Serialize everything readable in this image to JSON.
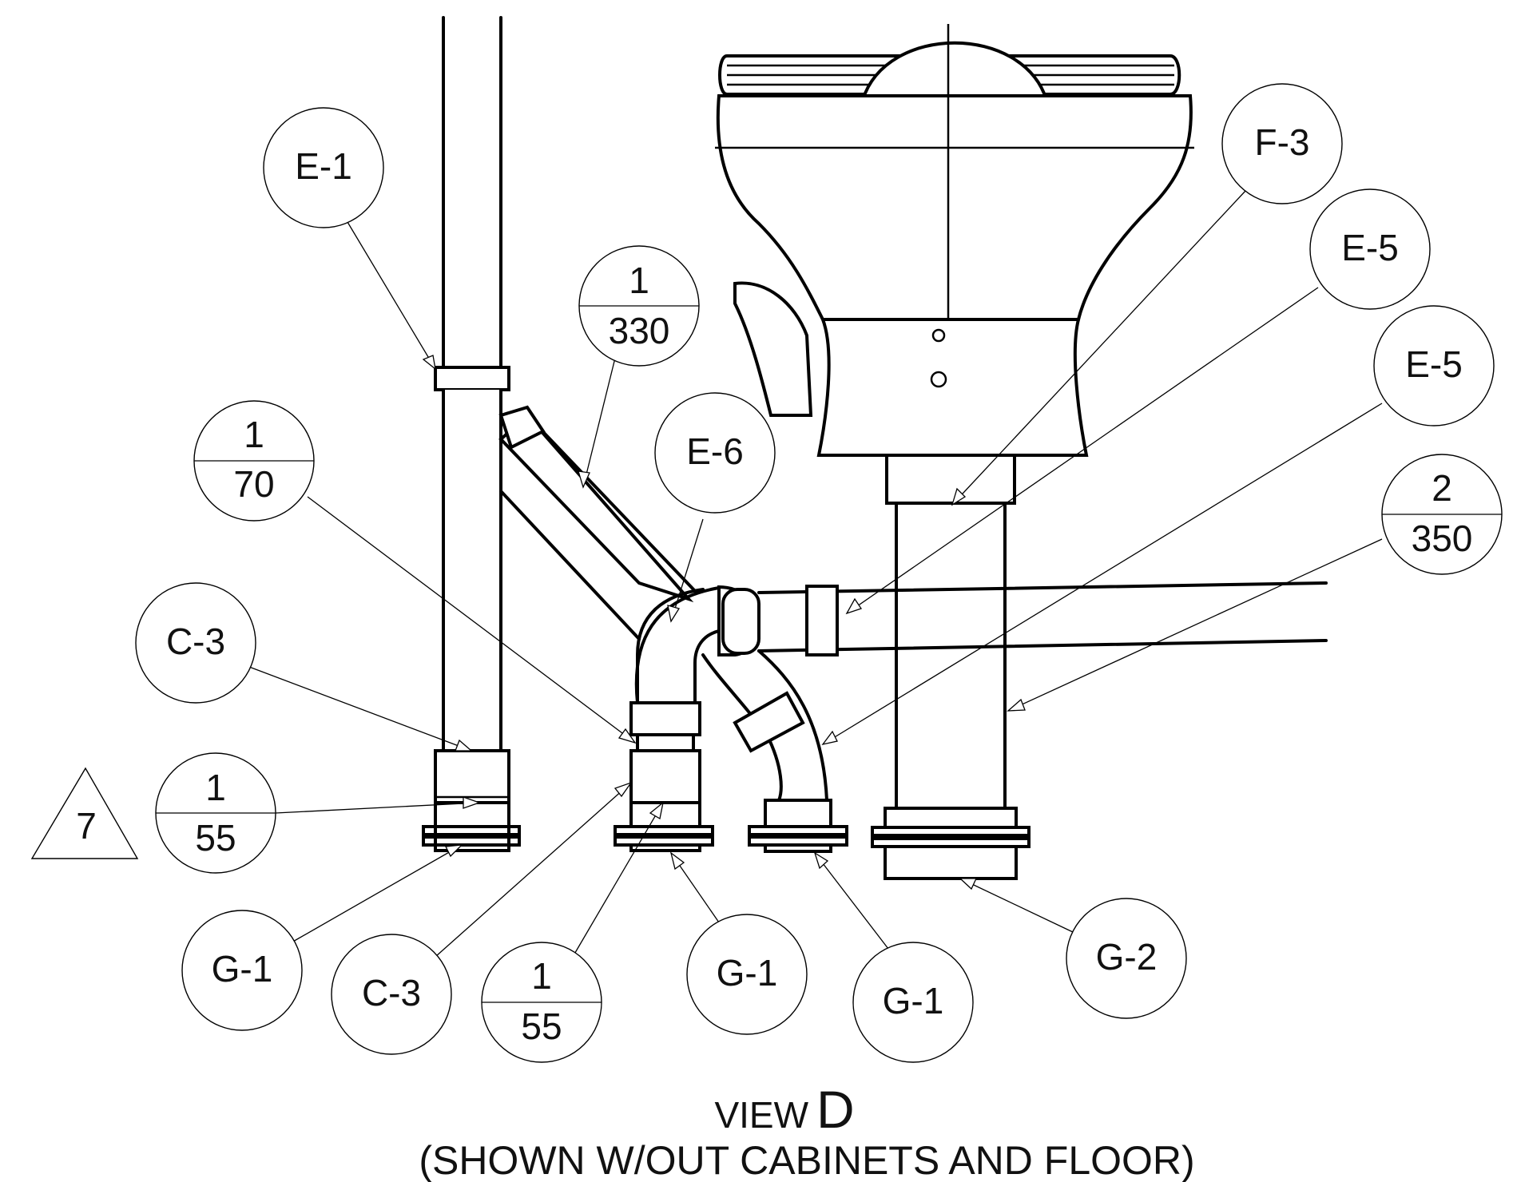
{
  "title": {
    "prefix": "VIEW",
    "letter": "D",
    "subtitle": "(SHOWN W/OUT CABINETS AND FLOOR)"
  },
  "callouts": [
    {
      "id": "e1",
      "text": "E-1"
    },
    {
      "id": "f3",
      "text": "F-3"
    },
    {
      "id": "e5a",
      "text": "E-5"
    },
    {
      "id": "e5b",
      "text": "E-5"
    },
    {
      "id": "e6",
      "text": "E-6"
    },
    {
      "id": "c3a",
      "text": "C-3"
    },
    {
      "id": "c3b",
      "text": "C-3"
    },
    {
      "id": "g1a",
      "text": "G-1"
    },
    {
      "id": "g1b",
      "text": "G-1"
    },
    {
      "id": "g1c",
      "text": "G-1"
    },
    {
      "id": "g2",
      "text": "G-2"
    }
  ],
  "fraction_callouts": [
    {
      "id": "f1_330",
      "top": "1",
      "bottom": "330"
    },
    {
      "id": "f1_70",
      "top": "1",
      "bottom": "70"
    },
    {
      "id": "f2_350",
      "top": "2",
      "bottom": "350"
    },
    {
      "id": "f1_55a",
      "top": "1",
      "bottom": "55"
    },
    {
      "id": "f1_55b",
      "top": "1",
      "bottom": "55"
    }
  ],
  "revision_flag": {
    "text": "7"
  }
}
